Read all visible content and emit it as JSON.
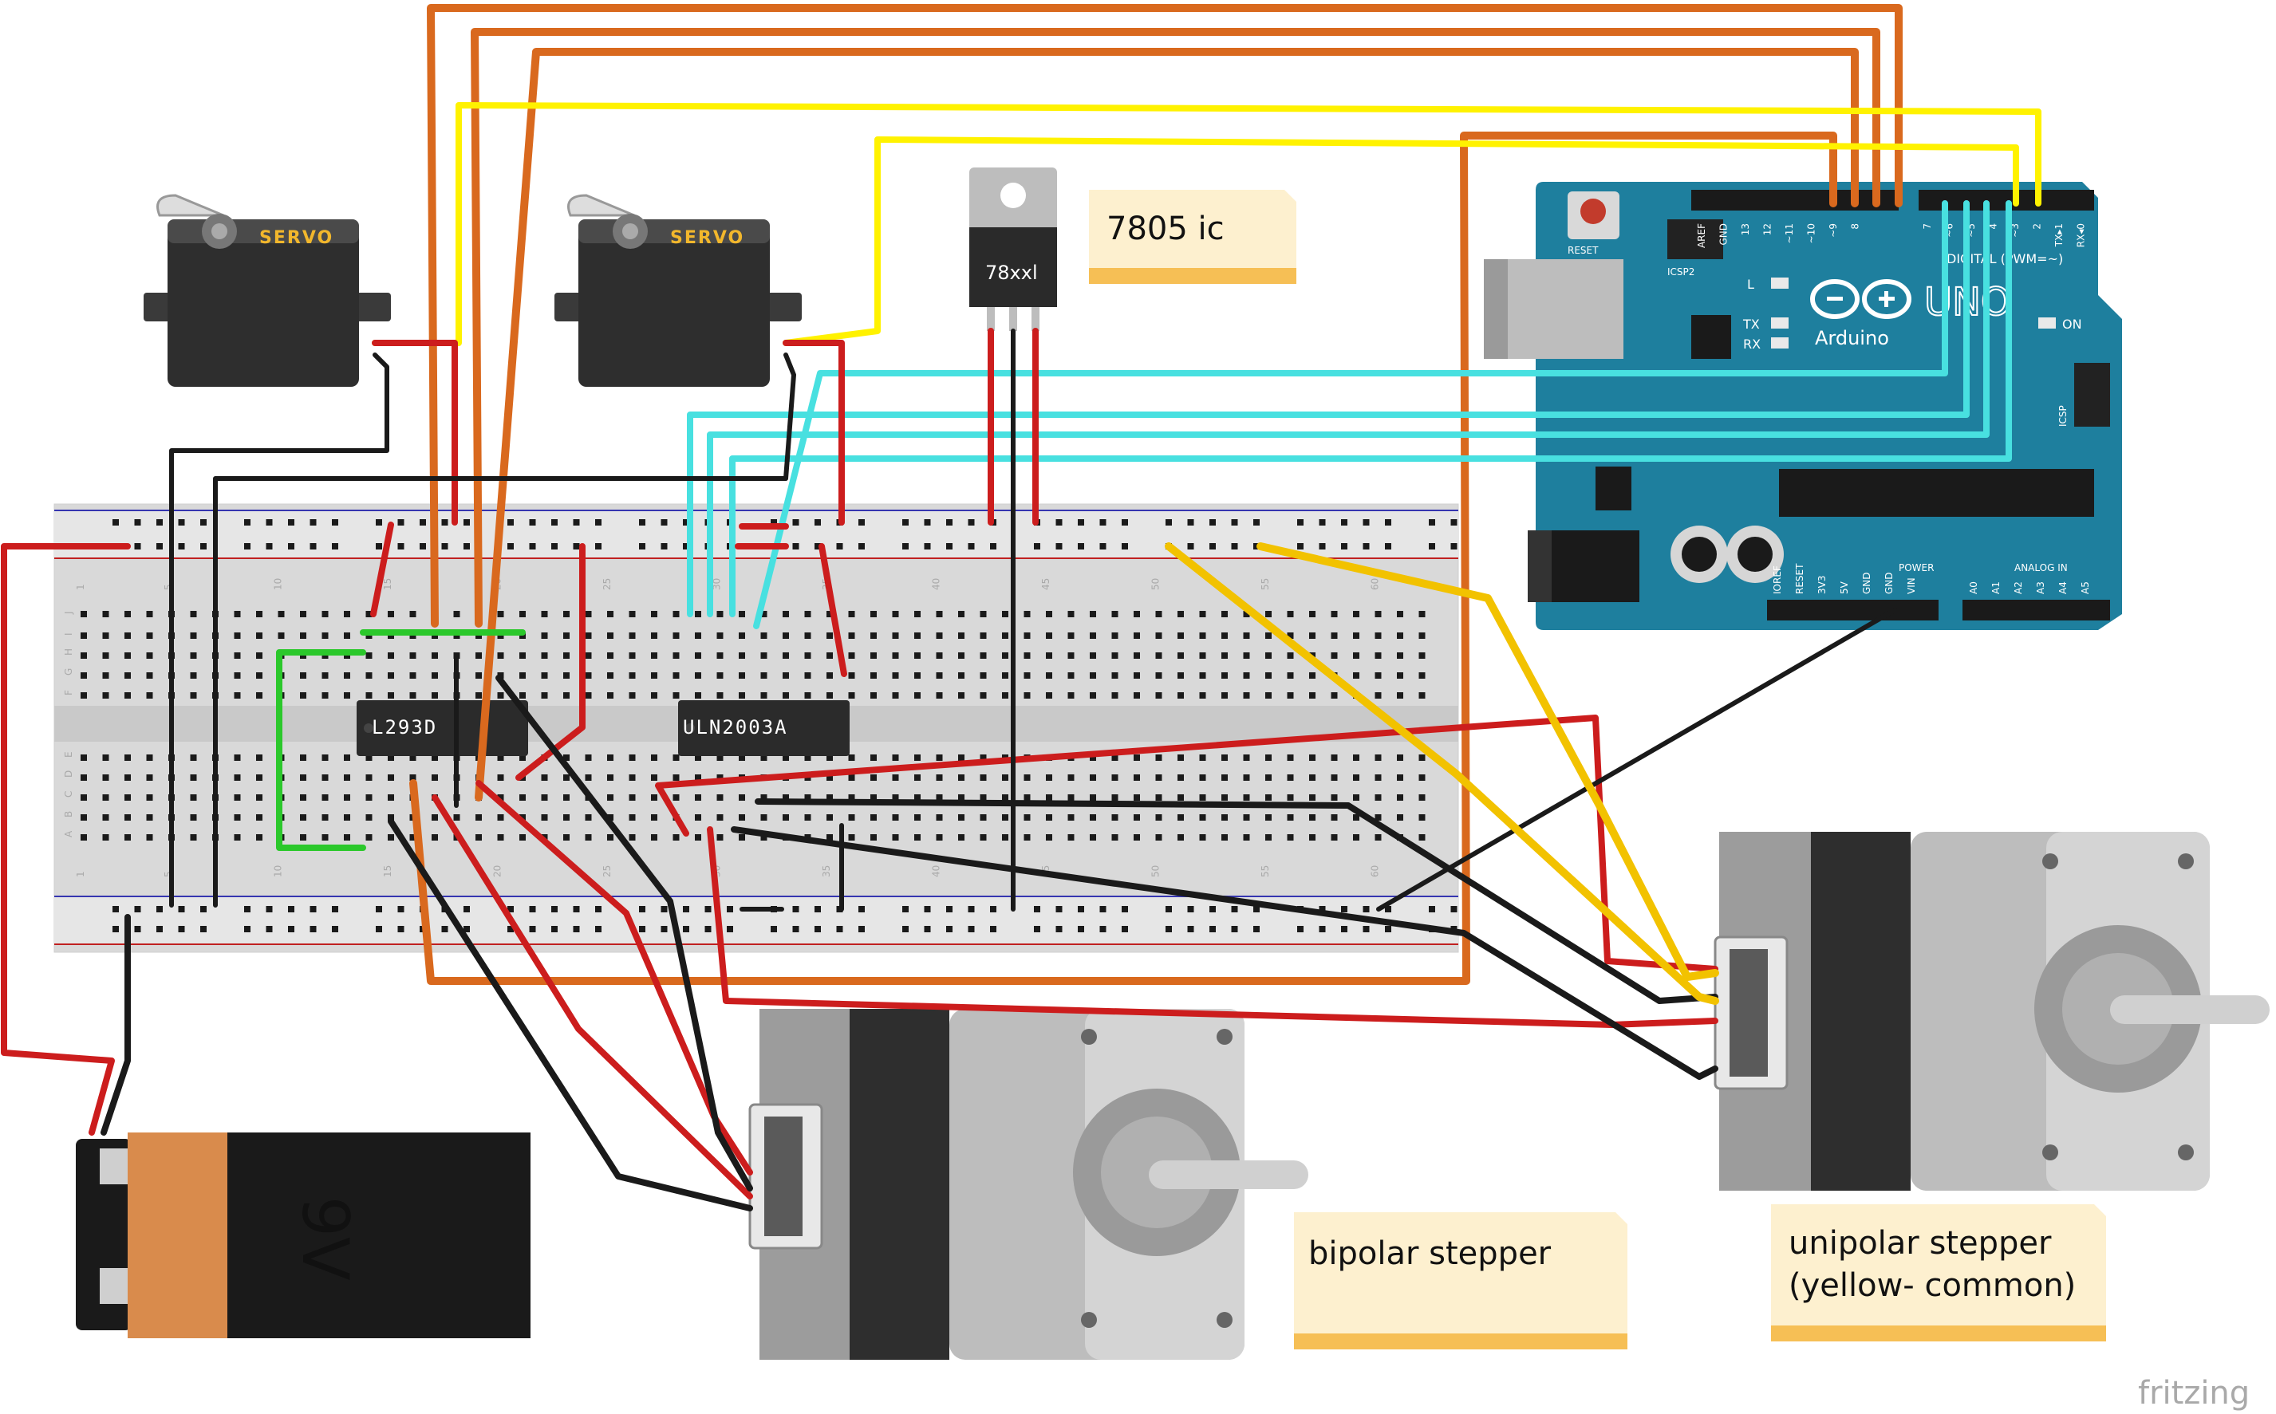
{
  "notes": {
    "regulator_note": "7805 ic",
    "bipolar_note": "bipolar stepper",
    "unipolar_note_line1": "unipolar stepper",
    "unipolar_note_line2": "(yellow- common)"
  },
  "components": {
    "servo_left_label": "SERVO",
    "servo_right_label": "SERVO",
    "regulator_label": "78xxl",
    "driver_l293d_label": "L293D",
    "driver_uln_label": "ULN2003A",
    "battery_label": "9V"
  },
  "arduino": {
    "brand": "Arduino",
    "model": "UNO",
    "reset_label": "RESET",
    "icsp2_label": "ICSP2",
    "icsp_label": "ICSP",
    "on_label": "ON",
    "tx_label": "TX",
    "rx_label": "RX",
    "l_label": "L",
    "power_label": "POWER",
    "analog_label": "ANALOG IN",
    "digital_label": "DIGITAL (PWM=~)",
    "top_pin_labels": [
      "AREF",
      "GND",
      "13",
      "12",
      "~11",
      "~10",
      "~9",
      "8",
      "7",
      "~6",
      "~5",
      "4",
      "~3",
      "2",
      "TX▸1",
      "RX◂0"
    ],
    "power_pin_labels": [
      "IOREF",
      "RESET",
      "3V3",
      "5V",
      "GND",
      "GND",
      "VIN"
    ],
    "analog_pin_labels": [
      "A0",
      "A1",
      "A2",
      "A3",
      "A4",
      "A5"
    ]
  },
  "breadboard": {
    "column_numbers": [
      "1",
      "5",
      "10",
      "15",
      "20",
      "25",
      "30",
      "35",
      "40",
      "45",
      "50",
      "55",
      "60"
    ],
    "row_letters_top": [
      "J",
      "I",
      "H",
      "G",
      "F"
    ],
    "row_letters_bottom": [
      "E",
      "D",
      "C",
      "B",
      "A"
    ]
  },
  "footer": {
    "brand": "fritzing"
  },
  "colors": {
    "wire_red": "#cc1d1d",
    "wire_black": "#1a1a1a",
    "wire_orange": "#d9691e",
    "wire_yellow": "#fff200",
    "wire_cyan": "#48e0e0",
    "wire_green": "#2bc82b",
    "wire_gold": "#f2c200",
    "arduino_blue": "#1e7f9e",
    "note_fill": "#fdf0cf"
  }
}
